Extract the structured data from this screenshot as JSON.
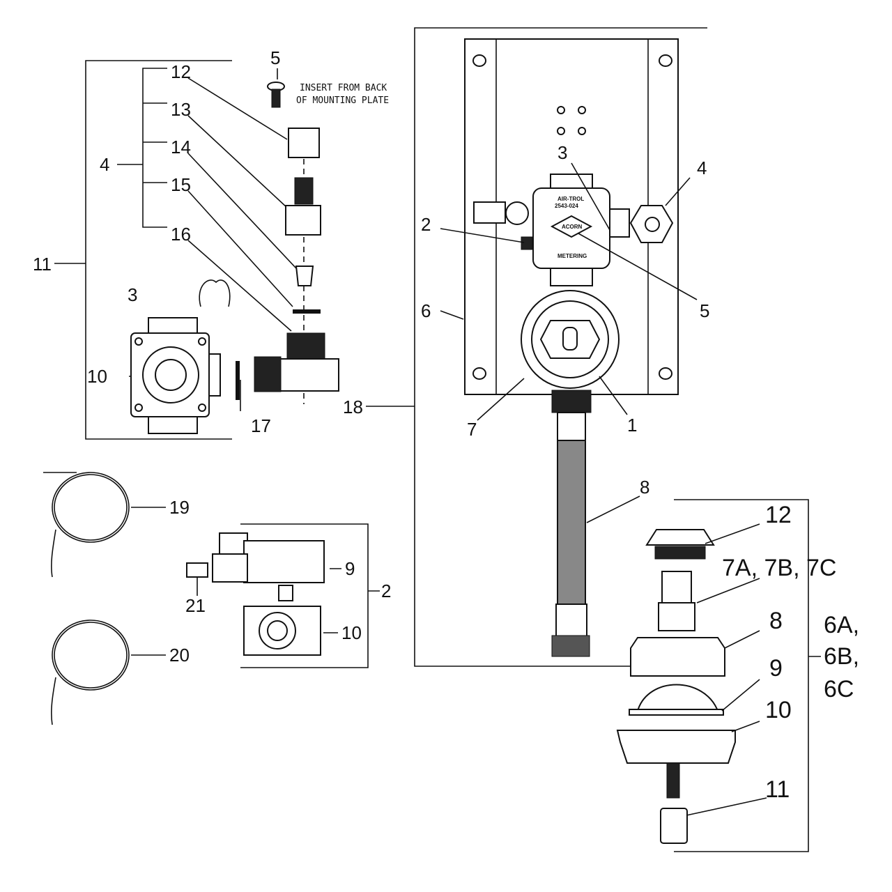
{
  "kit_left": {
    "labels": [
      "5",
      "12",
      "13",
      "14",
      "15",
      "16",
      "4",
      "11",
      "3",
      "10",
      "17"
    ],
    "note": [
      "INSERT FROM BACK",
      "OF MOUNTING PLATE"
    ]
  },
  "panel": {
    "labels": [
      "3",
      "4",
      "2",
      "5",
      "6",
      "18",
      "7",
      "1",
      "8"
    ],
    "valve_text": [
      "AIR-TROL",
      "2543-024",
      "METERING",
      "ACORN"
    ]
  },
  "lower_left": {
    "labels": [
      "19",
      "20",
      "9",
      "2",
      "21",
      "10"
    ]
  },
  "kit_right": {
    "labels": [
      "12",
      "7A, 7B, 7C",
      "8",
      "9",
      "10",
      "11",
      "6A,",
      "6B,",
      "6C"
    ]
  }
}
